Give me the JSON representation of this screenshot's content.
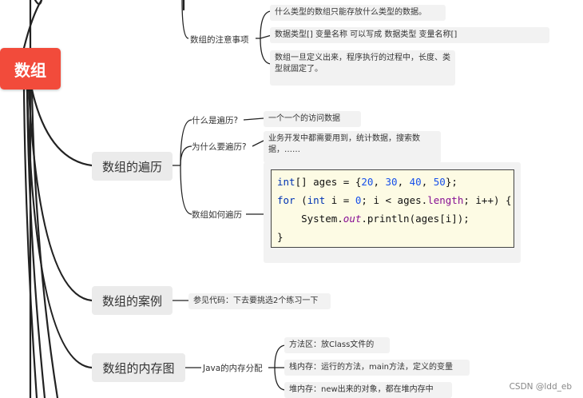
{
  "root": {
    "label": "数组"
  },
  "notes": {
    "label": "数组的注意事项",
    "items": [
      "什么类型的数组只能存放什么类型的数据。",
      "数据类型[] 变量名称  可以写成  数据类型 变量名称[]",
      "数组一旦定义出来，程序执行的过程中，长度、类型就固定了。"
    ]
  },
  "traverse": {
    "label": "数组的遍历",
    "subs": [
      {
        "label": "什么是遍历?",
        "detail": "一个一个的访问数据"
      },
      {
        "label": "为什么要遍历?",
        "detail": "业务开发中都需要用到，统计数据，搜索数据，……"
      },
      {
        "label": "数组如何遍历"
      }
    ],
    "code": {
      "line1_a": "int",
      "line1_b": "[] ages = {",
      "line1_n1": "20",
      "line1_c1": ", ",
      "line1_n2": "30",
      "line1_c2": ", ",
      "line1_n3": "40",
      "line1_c3": ", ",
      "line1_n4": "50",
      "line1_end": "};",
      "line2_for": "for",
      "line2_a": " (",
      "line2_int": "int",
      "line2_b": " i = ",
      "line2_zero": "0",
      "line2_c": "; i < ages.",
      "line2_len": "length",
      "line2_d": "; i++) {",
      "line3_a": "    System.",
      "line3_out": "out",
      "line3_b": ".println(ages[i]);",
      "line4": "}"
    }
  },
  "cases": {
    "label": "数组的案例",
    "detail": "参见代码：下去要挑选2个练习一下"
  },
  "memory": {
    "label": "数组的内存图",
    "sub": "Java的内存分配",
    "items": [
      "方法区：放Class文件的",
      "栈内存：运行的方法，main方法，定义的变量",
      "堆内存：new出来的对象，都在堆内存中"
    ]
  },
  "watermark": "CSDN @ldd_eb"
}
